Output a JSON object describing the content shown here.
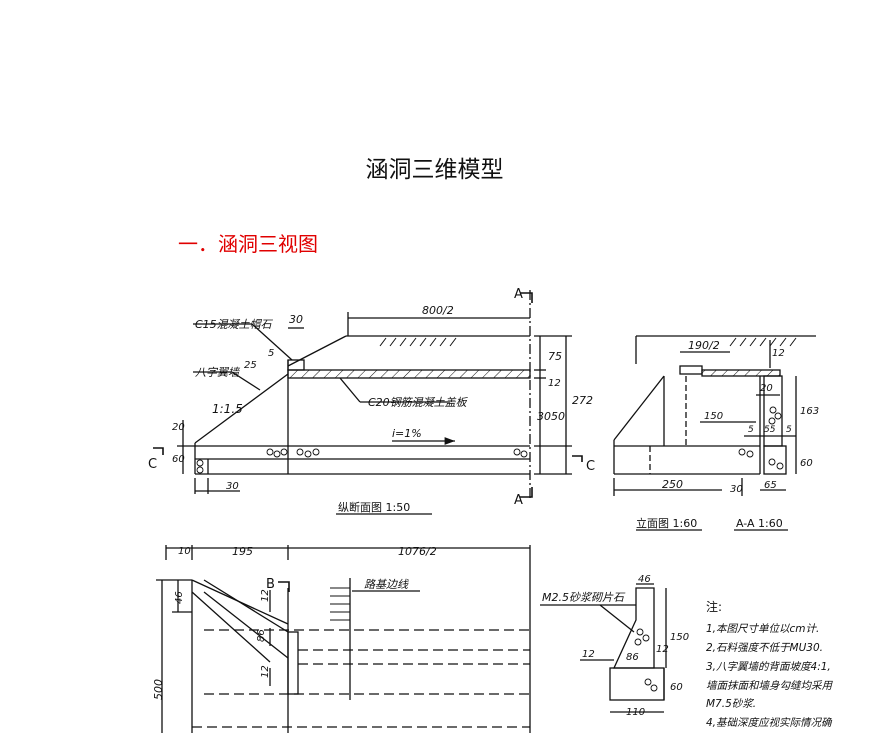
{
  "document": {
    "title": "涵洞三维模型",
    "section_heading": "一．涵洞三视图"
  },
  "longitudinal_view": {
    "caption": "纵断面图 1:50",
    "labels": {
      "cap_stone": "C15混凝土帽石",
      "wing_wall": "八字翼墙",
      "slab": "C20钢筋混凝土盖板",
      "slope": "1:1.5",
      "gradient": "i=1%",
      "section_a": "A",
      "section_c": "C"
    },
    "dims": {
      "half_length": "800/2",
      "cap_width": "30",
      "cap_h1": "5",
      "cap_h2": "25",
      "cover": "75",
      "slab_t": "12",
      "total_h": "272",
      "clear_h": "3050",
      "base_h": "20",
      "found_h": "60",
      "found_w": "30"
    }
  },
  "elevation_view": {
    "caption": "立面图 1:60",
    "dims": {
      "half_width": "190/2",
      "cover": "12",
      "d20": "20",
      "d150": "150",
      "d5a": "5",
      "d55": "55",
      "d5b": "5",
      "d163": "163",
      "d60": "60",
      "d250": "250",
      "d30": "30",
      "d65": "65"
    }
  },
  "section_aa": {
    "caption": "A-A 1:60"
  },
  "plan_view": {
    "labels": {
      "section_b": "B",
      "road_line": "路基边线"
    },
    "dims": {
      "d10": "10",
      "d195": "195",
      "half_len": "1076/2",
      "d46": "46",
      "d12a": "12",
      "d86": "86",
      "d12b": "12",
      "d500": "500"
    }
  },
  "wall_detail": {
    "label": "M2.5砂浆砌片石",
    "dims": {
      "top": "46",
      "d150": "150",
      "d12a": "12",
      "d86": "86",
      "d12b": "12",
      "d60": "60",
      "d110": "110"
    }
  },
  "notes": {
    "heading": "注:",
    "items": [
      "1,本图尺寸单位以cm计.",
      "2,石料强度不低于MU30.",
      "3,八字翼墙的背面坡度4:1,",
      "墙面抹面和墙身勾缝均采用",
      "M7.5砂浆.",
      "4,基础深度应视实际情况确"
    ]
  }
}
